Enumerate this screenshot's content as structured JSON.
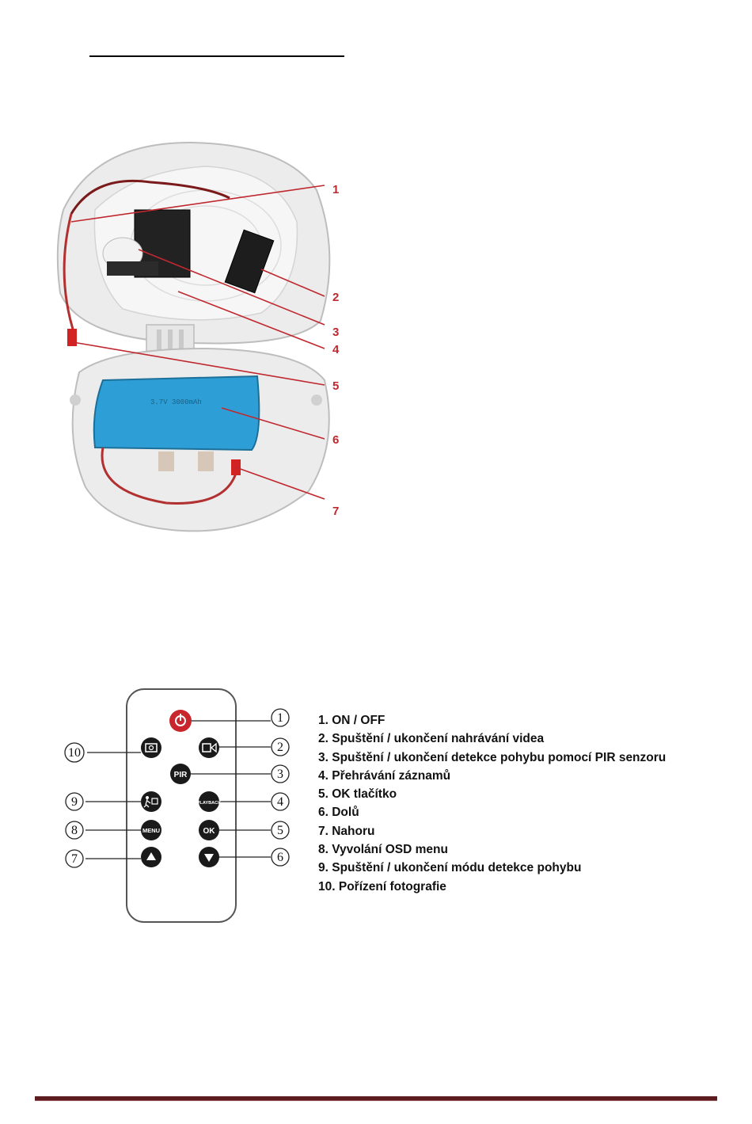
{
  "photo_callouts": [
    "1",
    "2",
    "3",
    "4",
    "5",
    "6",
    "7"
  ],
  "remote": {
    "buttons": {
      "pir": "PIR",
      "playback": "PLAYBACK",
      "menu": "MENU",
      "ok": "OK"
    },
    "callout_numbers": [
      "1",
      "2",
      "3",
      "4",
      "5",
      "6",
      "7",
      "8",
      "9",
      "10"
    ]
  },
  "legend": [
    "1. ON / OFF",
    "2. Spuštění / ukončení nahrávání videa",
    "3. Spuštění / ukončení detekce pohybu pomocí PIR senzoru",
    "4. Přehrávání záznamů",
    "5. OK tlačítko",
    "6. Dolů",
    "7. Nahoru",
    "8. Vyvolání OSD menu",
    "9. Spuštění / ukončení módu detekce pohybu",
    "10. Pořízení fotografie"
  ],
  "colors": {
    "callout_red": "#c0282f",
    "button_black": "#1a1a1a",
    "power_red": "#c8262c",
    "footer_rule": "#5b1b1f"
  }
}
